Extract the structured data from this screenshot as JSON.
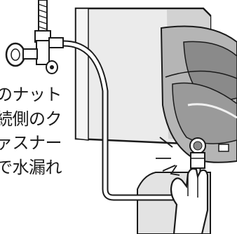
{
  "caption": {
    "lines": [
      "のナット",
      "続側のク",
      "ァスナー",
      "で水漏れ"
    ]
  },
  "colors": {
    "line": "#1a1a1a",
    "tank_fill": "#ebebeb",
    "tank_side": "#c4c4c4",
    "seat_dark": "#8a8a8a",
    "seat_mid": "#b5b5b5",
    "background": "#ffffff"
  },
  "icons": [
    "shutoff-valve-icon",
    "hose-icon",
    "hand-icon",
    "leak-spark-icon"
  ]
}
